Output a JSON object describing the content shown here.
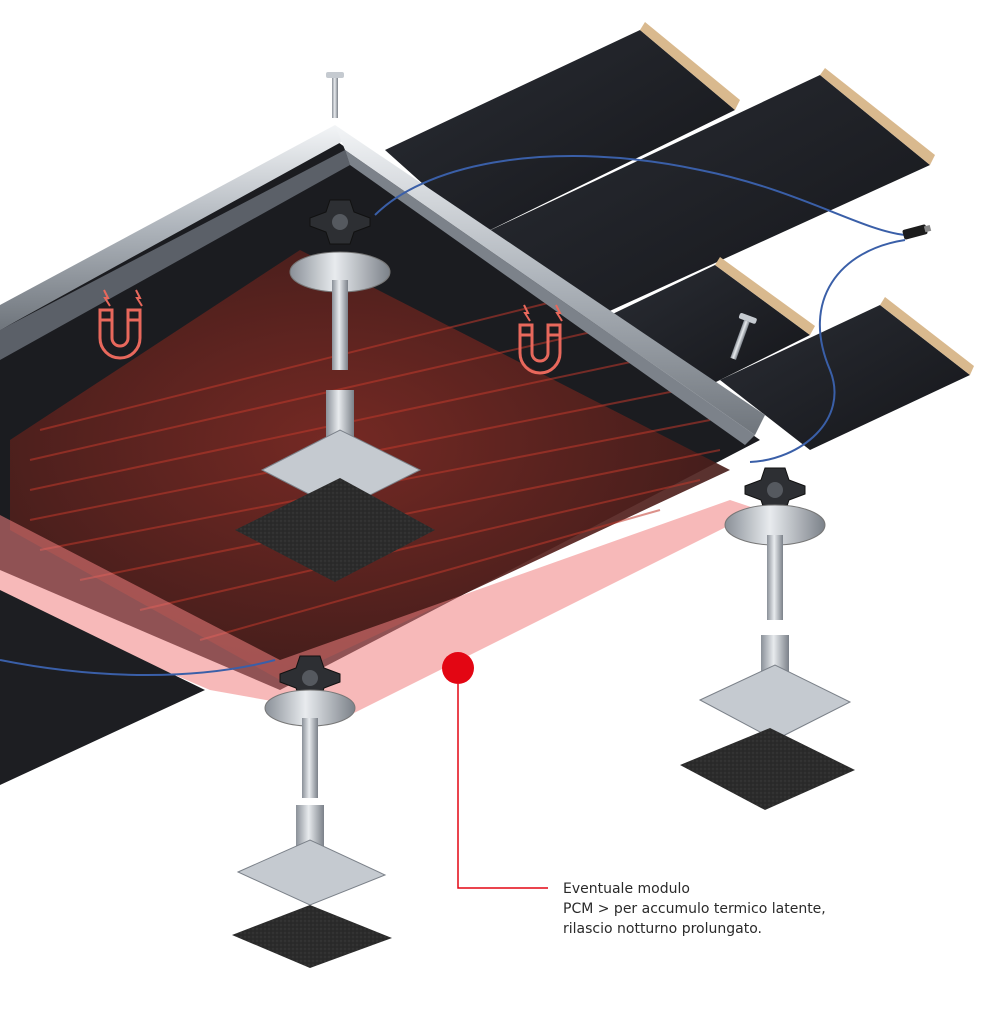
{
  "callout": {
    "lines": [
      "Eventuale modulo",
      "PCM > per accumulo termico latente,",
      "rilascio notturno prolungato."
    ]
  },
  "colors": {
    "accent": "#e30613",
    "heat_overlay": "#f08080",
    "panel_dark": "#1f2127",
    "panel_edge": "#d9b98e",
    "cable": "#3a5fa8",
    "metal": "#b8bdc4",
    "felt": "#2b2b2b"
  },
  "icons": [
    "magnet-icon",
    "lightning-icon",
    "cable-connector-icon"
  ]
}
